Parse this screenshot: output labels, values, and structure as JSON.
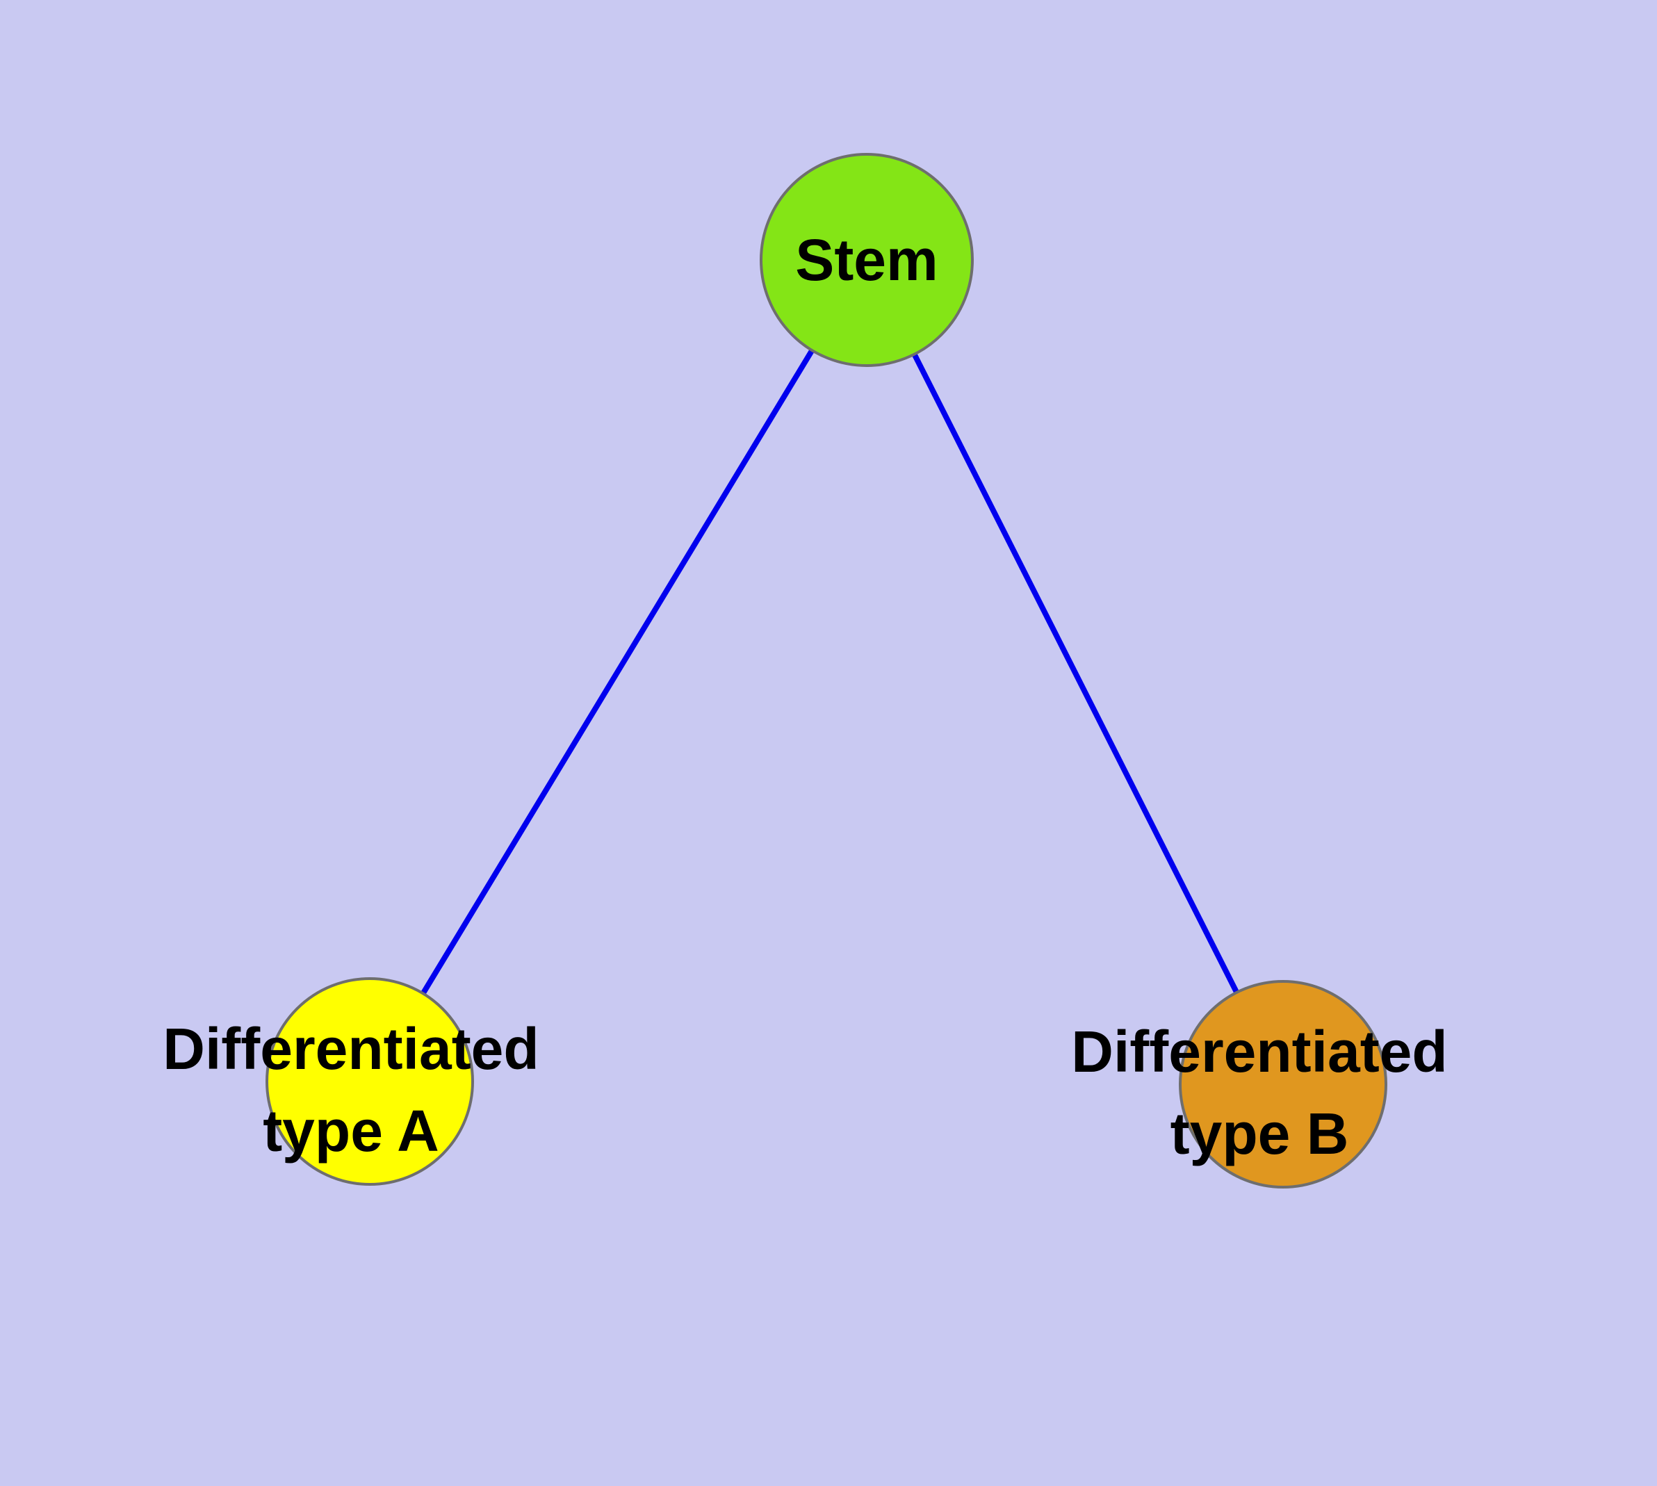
{
  "diagram": {
    "type": "graph",
    "background_color": "#c9c9f2",
    "edge_color": "#0000ee",
    "node_border_color": "#6e6e6e",
    "text_color": "#000000",
    "nodes": {
      "stem": {
        "label": "Stem",
        "fill": "#84e516"
      },
      "type_a": {
        "label": "Differentiated type A",
        "label_line1": "Differentiated",
        "label_line2": "type A",
        "fill": "#ffff00"
      },
      "type_b": {
        "label": "Differentiated type B",
        "label_line1": "Differentiated",
        "label_line2": "type B",
        "fill": "#e0971f"
      }
    },
    "edges": [
      {
        "from": "Stem",
        "to": "Differentiated type A"
      },
      {
        "from": "Stem",
        "to": "Differentiated type B"
      }
    ]
  }
}
